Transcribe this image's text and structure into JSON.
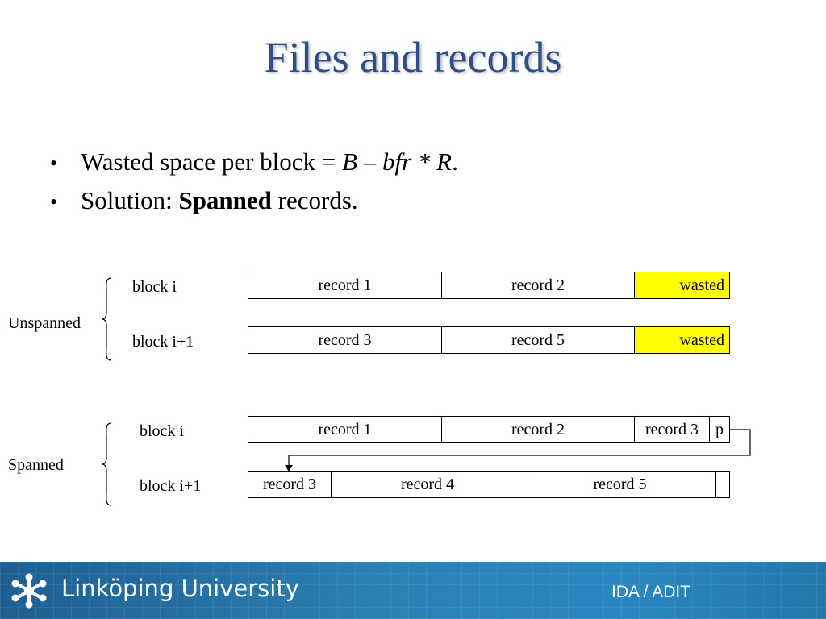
{
  "slide": {
    "title": "Files and records",
    "bullets": [
      {
        "prefix": "Wasted space per block = ",
        "formula_B": "B",
        "formula_dash": " – ",
        "formula_bfr": "bfr",
        "formula_star": " * ",
        "formula_R": "R",
        "suffix": "."
      },
      {
        "prefix": "Solution: ",
        "bold": "Spanned",
        "suffix": " records."
      }
    ]
  },
  "diagram": {
    "unspanned": {
      "group_label": "Unspanned",
      "rows": [
        {
          "label": "block i",
          "cells": [
            "record 1",
            "record 2",
            "wasted"
          ]
        },
        {
          "label": "block i+1",
          "cells": [
            "record 3",
            "record 5",
            "wasted"
          ]
        }
      ]
    },
    "spanned": {
      "group_label": "Spanned",
      "rows": [
        {
          "label": "block i",
          "cells": [
            "record 1",
            "record 2",
            "record 3",
            "p"
          ]
        },
        {
          "label": "block i+1",
          "cells": [
            "record 3",
            "record 4",
            "record 5",
            ""
          ]
        }
      ]
    },
    "colors": {
      "wasted": "#ffff00"
    }
  },
  "footer": {
    "university": "Linköping University",
    "department": "IDA / ADIT",
    "logo_icon": "liu-logo-icon"
  }
}
